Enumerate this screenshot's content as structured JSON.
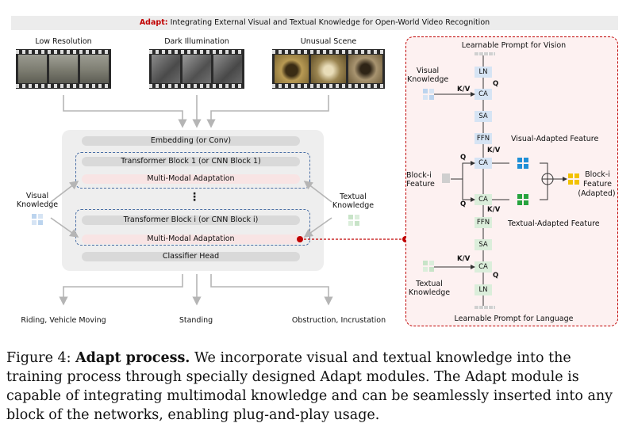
{
  "banner": {
    "prefix": "Adapt:",
    "text": "Integrating External Visual and Textual Knowledge for Open-World Video Recognition"
  },
  "inputs": [
    {
      "label": "Low Resolution"
    },
    {
      "label": "Dark Illumination"
    },
    {
      "label": "Unusual Scene"
    }
  ],
  "backbone": {
    "embedding": "Embedding (or Conv)",
    "block1": "Transformer Block 1 (or CNN Block 1)",
    "adapt1": "Multi-Modal Adaptation",
    "dots": "⋮",
    "blocki": "Transformer Block i (or CNN Block i)",
    "adapti": "Multi-Modal Adaptation",
    "head": "Classifier Head"
  },
  "side_labels": {
    "visual_knowledge": "Visual Knowledge",
    "textual_knowledge": "Textual Knowledge"
  },
  "outputs": [
    {
      "label": "Riding, Vehicle Moving"
    },
    {
      "label": "Standing"
    },
    {
      "label": "Obstruction, Incrustation"
    }
  ],
  "detail": {
    "prompt_vision": "Learnable Prompt for Vision",
    "prompt_language": "Learnable Prompt for Language",
    "ln": "LN",
    "ca": "CA",
    "sa": "SA",
    "ffn": "FFN",
    "kv": "K/V",
    "q": "Q",
    "visual_knowledge": "Visual Knowledge",
    "textual_knowledge": "Textual Knowledge",
    "visual_adapted": "Visual-Adapted Feature",
    "textual_adapted": "Textual-Adapted Feature",
    "block_feature": "Block-i Feature",
    "block_feature_adapted_1": "Block-i",
    "block_feature_adapted_2": "Feature",
    "block_feature_adapted_3": "(Adapted)",
    "plus": "+"
  },
  "caption": {
    "fig": "Figure 4:",
    "title": "Adapt process.",
    "text": "We incorporate visual and textual knowledge into the training process through specially designed Adapt modules.  The Adapt module is capable of integrating multimodal knowledge and can be seamlessly inserted into any block of the networks, enabling plug-and-play usage."
  },
  "colors": {
    "accent_red": "#c00000",
    "vision_blue": "#d6e4f4",
    "language_green": "#dbeedb",
    "feature_gold": "#f2c200",
    "visual_adapted_blue": "#1f8fd6",
    "textual_adapted_green": "#27a33e"
  }
}
